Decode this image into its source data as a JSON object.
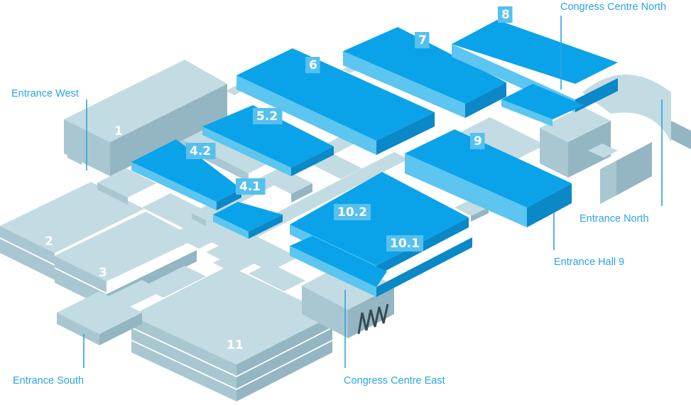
{
  "colors": {
    "hall_top": "#0aa3ea",
    "hall_front": "#5cc5f0",
    "hall_side": "#0a88c7",
    "grey_top": "#c3dbe2",
    "grey_front": "#a9c7d1",
    "grey_side": "#93b6c2",
    "label_text": "#2aa6e0"
  },
  "halls": [
    {
      "id": "h1",
      "label": "1",
      "category": "existing"
    },
    {
      "id": "h2",
      "label": "2",
      "category": "existing"
    },
    {
      "id": "h3",
      "label": "3",
      "category": "existing"
    },
    {
      "id": "h4_1",
      "label": "4.1",
      "category": "highlighted"
    },
    {
      "id": "h4_2",
      "label": "4.2",
      "category": "highlighted"
    },
    {
      "id": "h5_2",
      "label": "5.2",
      "category": "highlighted"
    },
    {
      "id": "h6",
      "label": "6",
      "category": "highlighted"
    },
    {
      "id": "h7",
      "label": "7",
      "category": "highlighted"
    },
    {
      "id": "h8",
      "label": "8",
      "category": "highlighted"
    },
    {
      "id": "h9",
      "label": "9",
      "category": "highlighted"
    },
    {
      "id": "h10_1",
      "label": "10.1",
      "category": "highlighted"
    },
    {
      "id": "h10_2",
      "label": "10.2",
      "category": "highlighted"
    },
    {
      "id": "h11",
      "label": "11",
      "category": "existing"
    }
  ],
  "entrances": [
    {
      "id": "entrance-west",
      "label": "Entrance West"
    },
    {
      "id": "entrance-south",
      "label": "Entrance South"
    },
    {
      "id": "congress-centre-east",
      "label": "Congress Centre East"
    },
    {
      "id": "entrance-hall-9",
      "label": "Entrance Hall 9"
    },
    {
      "id": "entrance-north",
      "label": "Entrance North"
    },
    {
      "id": "congress-centre-north",
      "label": "Congress Centre North"
    }
  ]
}
